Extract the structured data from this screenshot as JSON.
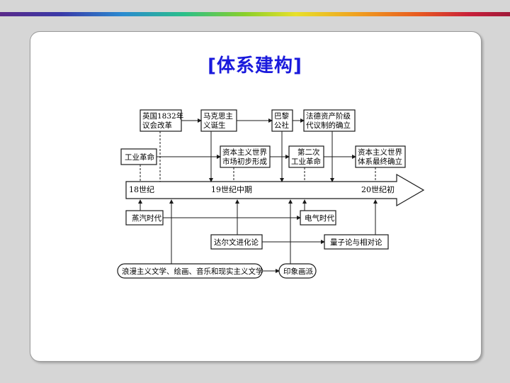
{
  "title": "[体系建构]",
  "timeline": {
    "labels": [
      "18世纪",
      "19世纪中期",
      "20世纪初"
    ]
  },
  "events_top": [
    [
      "英国1832年",
      "议会改革"
    ],
    [
      "马克思主",
      "义诞生"
    ],
    [
      "巴黎",
      "公社"
    ],
    [
      "法德资产阶级",
      "代议制的确立"
    ]
  ],
  "events_mid": [
    [
      "工业革命"
    ],
    [
      "资本主义世界",
      "市场初步形成"
    ],
    [
      "第二次",
      "工业革命"
    ],
    [
      "资本主义世界",
      "体系最终确立"
    ]
  ],
  "events_bottom": {
    "steam": "蒸汽时代",
    "electric": "电气时代",
    "darwin": "达尔文进化论",
    "quantum": "量子论与相对论",
    "literature": "浪漫主义文学、绘画、音乐和现实主义文学",
    "impression": "印象画派"
  }
}
